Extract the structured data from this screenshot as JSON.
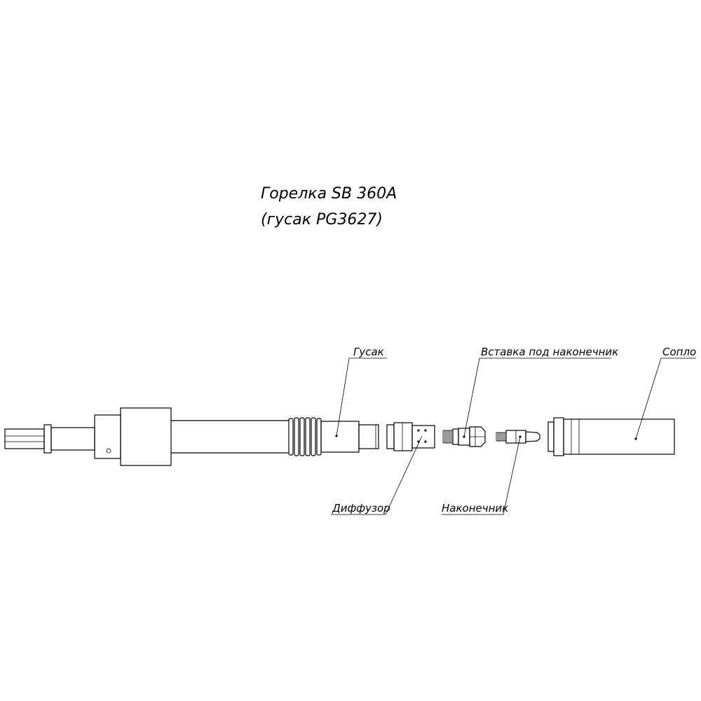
{
  "title": {
    "line1": "Горелка SB 360A",
    "line2": "(гусак PG3627)"
  },
  "labels": {
    "gusak": "Гусак",
    "vstavka": "Вставка под наконечник",
    "soplo": "Сопло",
    "diffuzor": "Диффузор",
    "nakonechnik": "Наконечник"
  }
}
